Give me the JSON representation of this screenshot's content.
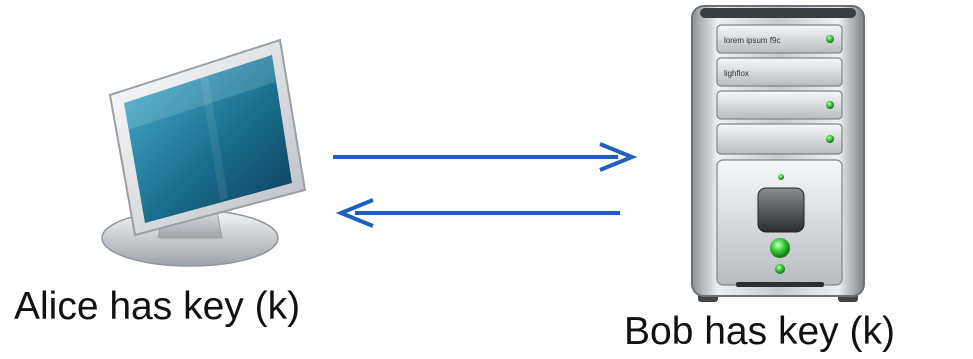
{
  "alice": {
    "label": "Alice has key (k)",
    "icon": "computer-monitor-icon"
  },
  "bob": {
    "label": "Bob has key (k)",
    "icon": "server-tower-icon"
  },
  "server_panel_labels": [
    "lorem ipsum f9c",
    "lighflox"
  ],
  "colors": {
    "arrow": "#1f5fbf",
    "screen": "#1a6f8f",
    "server_led": "#3ecf3e"
  }
}
